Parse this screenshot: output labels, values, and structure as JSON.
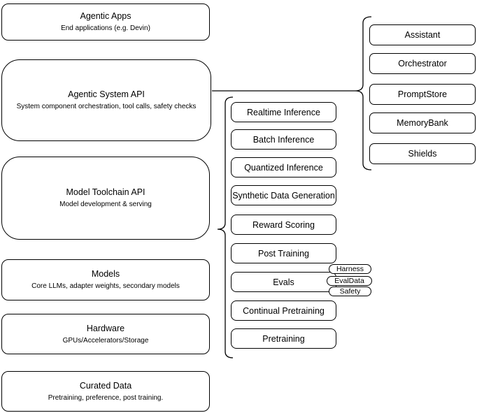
{
  "diagram": {
    "background": "#ffffff",
    "stroke_color": "#000000",
    "text_color": "#000000",
    "left_stack": [
      {
        "title": "Agentic Apps",
        "subtitle": "End applications (e.g. Devin)"
      },
      {
        "title": "Agentic System API",
        "subtitle": "System component orchestration, tool calls, safety checks"
      },
      {
        "title": "Model Toolchain API",
        "subtitle": "Model development & serving"
      },
      {
        "title": "Models",
        "subtitle": "Core LLMs, adapter weights, secondary models"
      },
      {
        "title": "Hardware",
        "subtitle": "GPUs/Accelerators/Storage"
      },
      {
        "title": "Curated Data",
        "subtitle": "Pretraining, preference, post training."
      }
    ],
    "toolchain_services": [
      {
        "label": "Realtime Inference"
      },
      {
        "label": "Batch Inference"
      },
      {
        "label": "Quantized Inference"
      },
      {
        "label": "Synthetic Data Generation"
      },
      {
        "label": "Reward Scoring"
      },
      {
        "label": "Post Training"
      },
      {
        "label": "Evals"
      },
      {
        "label": "Continual Pretraining"
      },
      {
        "label": "Pretraining"
      }
    ],
    "evals_tags": [
      {
        "label": "Harness"
      },
      {
        "label": "EvalData"
      },
      {
        "label": "Safety"
      }
    ],
    "system_components": [
      {
        "label": "Assistant"
      },
      {
        "label": "Orchestrator"
      },
      {
        "label": "PromptStore"
      },
      {
        "label": "MemoryBank"
      },
      {
        "label": "Shields"
      }
    ]
  }
}
